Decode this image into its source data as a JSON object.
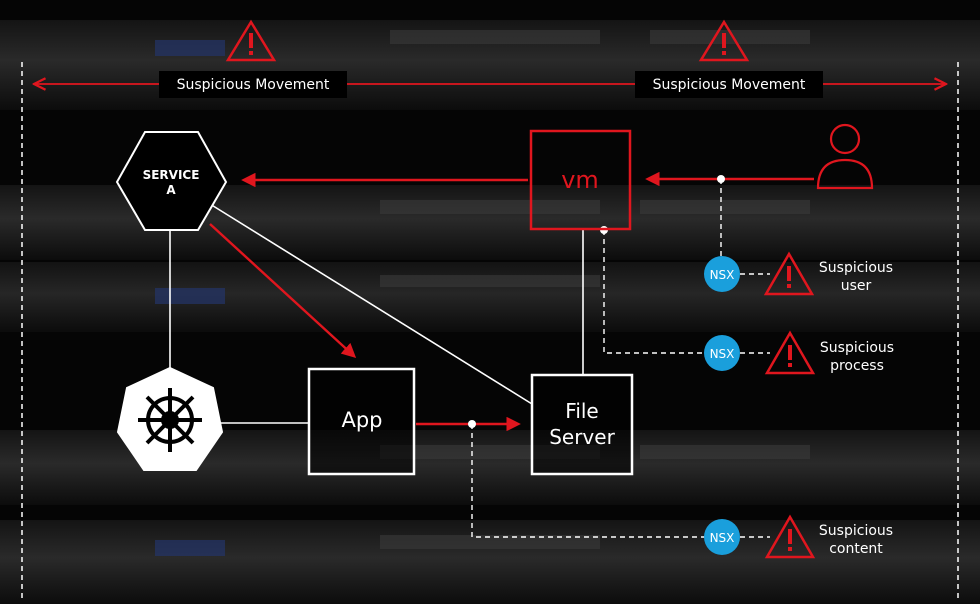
{
  "banner": {
    "left_label": "Suspicious Movement",
    "right_label": "Suspicious Movement"
  },
  "nodes": {
    "service": {
      "line1": "SERVICE",
      "line2": "A"
    },
    "vm": "vm",
    "app": "App",
    "file_server": {
      "line1": "File",
      "line2": "Server"
    }
  },
  "nsx": {
    "badge": "NSX",
    "alerts": [
      {
        "line1": "Suspicious",
        "line2": "user"
      },
      {
        "line1": "Suspicious",
        "line2": "process"
      },
      {
        "line1": "Suspicious",
        "line2": "content"
      }
    ]
  },
  "colors": {
    "alert_red": "#e0161e",
    "nsx_blue": "#1a9fdc",
    "line_white": "#ffffff",
    "label_bg": "#000000"
  }
}
